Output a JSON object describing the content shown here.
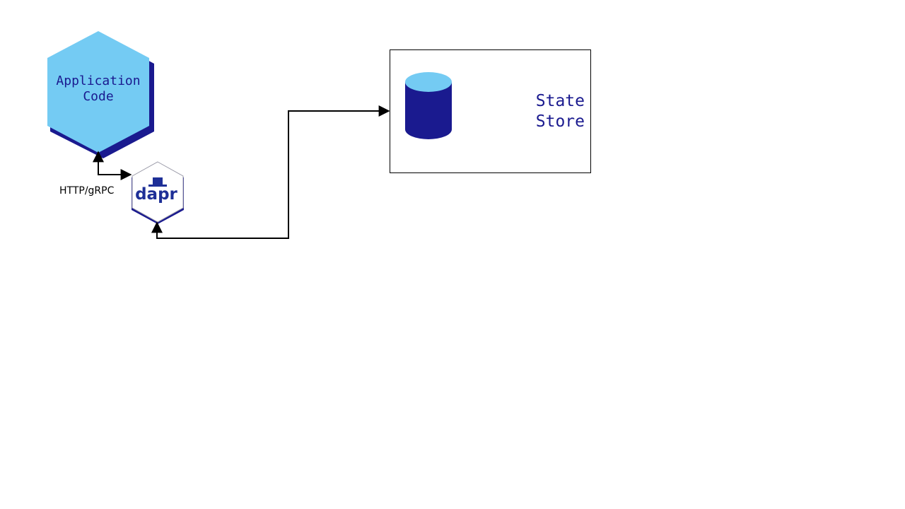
{
  "application": {
    "line1": "Application",
    "line2": "Code"
  },
  "sidecar": {
    "logo_text": "dapr",
    "protocol_label": "HTTP/gRPC"
  },
  "state_store": {
    "line1": "State",
    "line2": "Store"
  },
  "icons": {
    "app_shape": "hexagon",
    "sidecar_logo": "dapr-hat-logo",
    "store_icon": "database-cylinder-icon"
  },
  "colors": {
    "light_blue": "#74cbf3",
    "dark_blue": "#1a1a8f",
    "logo_blue": "#1e2f97",
    "line": "#000000"
  }
}
